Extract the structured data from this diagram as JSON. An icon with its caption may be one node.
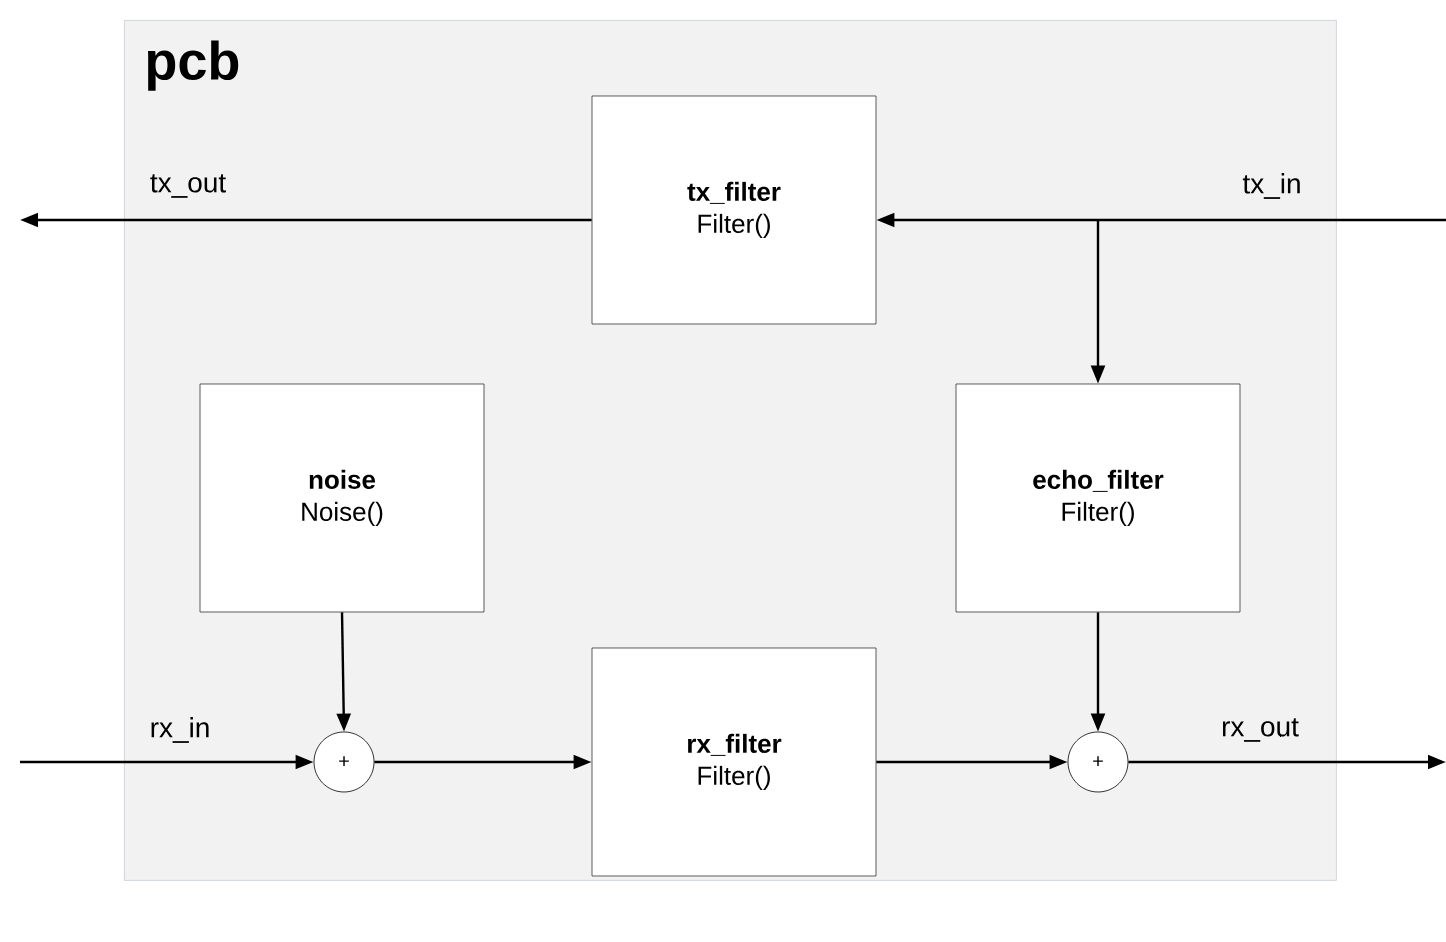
{
  "diagram": {
    "nodes": [
      {
        "text": [
          "pcb"
        ]
      },
      {
        "text": [
          "tx_filter",
          "Filter()"
        ],
        "in": 0
      },
      {
        "text": [
          "noise",
          "Noise()"
        ],
        "in": 0
      },
      {
        "text": [
          "echo_filter",
          "Filter()"
        ],
        "in": 0
      },
      {
        "text": [
          "+"
        ],
        "in": 0
      },
      {
        "text": [
          "rx_filter",
          "Filter()"
        ],
        "in": 0
      },
      {
        "text": [
          "+"
        ],
        "in": 0
      }
    ],
    "edges": [
      {
        "from": 1,
        "to": null,
        "arrow": "to",
        "label": "tx_out"
      },
      {
        "from": null,
        "to": 1,
        "arrow": "to",
        "label": "tx_in"
      },
      {
        "from": null,
        "to": 3,
        "arrow": "to"
      },
      {
        "from": 2,
        "to": 4,
        "arrow": "to"
      },
      {
        "from": null,
        "to": 4,
        "arrow": "to",
        "label": "rx_in"
      },
      {
        "from": 4,
        "to": 5,
        "arrow": "to"
      },
      {
        "from": 5,
        "to": 6,
        "arrow": "to"
      },
      {
        "from": 3,
        "to": 6,
        "arrow": "to"
      },
      {
        "from": 6,
        "to": null,
        "arrow": "to",
        "label": "rx_out"
      }
    ]
  }
}
